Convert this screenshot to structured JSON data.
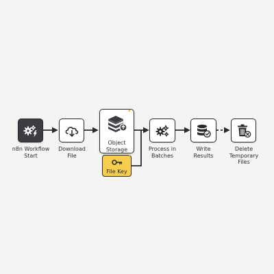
{
  "nodes": {
    "start": {
      "label_line1": "n8n Workflow",
      "label_line2": "Start",
      "icon": "gears-bolt-icon"
    },
    "download": {
      "label_line1": "Download",
      "label_line2": "File",
      "icon": "cloud-download-icon"
    },
    "storage": {
      "label_line1": "Object",
      "label_line2": "Storage",
      "icon": "stacked-layers-icon"
    },
    "file_key": {
      "label": "File Key",
      "icon": "key-icon"
    },
    "process": {
      "label_line1": "Process in",
      "label_line2": "Batches",
      "icon": "gears-icon"
    },
    "write": {
      "label_line1": "Write",
      "label_line2": "Results",
      "icon": "database-check-icon"
    },
    "delete": {
      "label_line1": "Delete",
      "label_line2": "Temporary",
      "label_line3": "Files",
      "icon": "trash-icon"
    }
  },
  "colors": {
    "background": "#f4f4f2",
    "outline": "#2b2b2b",
    "dark_node": "#3b3d40",
    "file_key": "#f7cd4d",
    "sparkle": "#d9b53a"
  }
}
